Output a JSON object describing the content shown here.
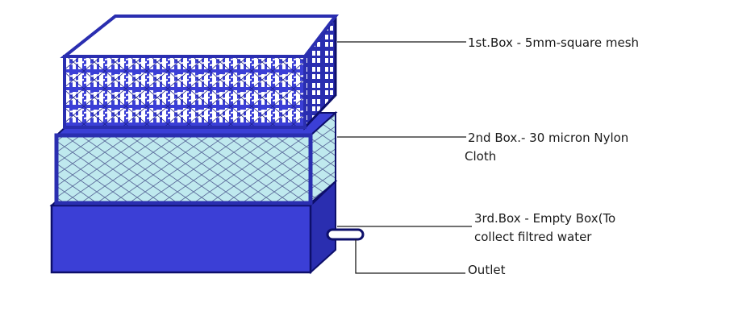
{
  "labels": {
    "box1": "1st.Box - 5mm-square mesh",
    "box2_line1": "2nd Box.- 30 micron Nylon",
    "box2_line2": "Cloth",
    "box3_line1": "3rd.Box - Empty Box(To",
    "box3_line2": "collect filtred water",
    "outlet": "Outlet"
  },
  "colors": {
    "box_fill": "#3b3fd6",
    "box_side": "#2a2eb0",
    "box_edge": "#0d0f6a",
    "mesh_fill": "#bfe9ee",
    "mesh_white": "#ffffff",
    "leader_line": "#1a1a1a"
  }
}
